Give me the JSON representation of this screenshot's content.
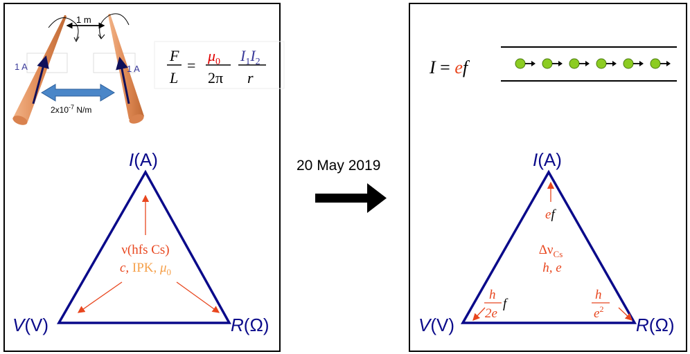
{
  "colors": {
    "navy": "#0a0a8a",
    "orange_red": "#e8461e",
    "light_orange": "#f5a04a",
    "red": "#e00000",
    "blue_var": "#3a3a9a",
    "wire": "#e0905a",
    "arrow_blue": "#4a86c8",
    "electron": "#8ccc22"
  },
  "arrow_label": "20 May 2019",
  "left": {
    "wires": {
      "distance": "1 m",
      "current_left": "1 A",
      "current_right": "1 A",
      "force": "2x10",
      "force_exp": "-7",
      "force_unit": " N/m"
    },
    "formula": {
      "F": "F",
      "L": "L",
      "eq": "=",
      "mu": "μ",
      "mu_sub": "0",
      "two_pi": "2π",
      "I1": "I",
      "I1_sub": "1",
      "I2": "I",
      "I2_sub": "2",
      "r": "r"
    },
    "triangle": {
      "top": "I",
      "top_unit": "(A)",
      "left": "V",
      "left_unit": "(V)",
      "right": "R",
      "right_unit": "(Ω)",
      "center_line1": "ν(hfs Cs)",
      "center_c": "c,",
      "center_ipk": " IPK, ",
      "center_mu": "μ",
      "center_mu_sub": "0"
    }
  },
  "right": {
    "formula": {
      "I": "I",
      "eq": " = ",
      "e": "e",
      "f": "f"
    },
    "electrons_count": 6,
    "triangle": {
      "top": "I",
      "top_unit": "(A)",
      "left": "V",
      "left_unit": "(V)",
      "right": "R",
      "right_unit": "(Ω)",
      "top_label_e": "e",
      "top_label_f": "f",
      "center_delta": "Δν",
      "center_delta_sub": "Cs",
      "center_line2": "h, e",
      "left_h": "h",
      "left_2e": "2e",
      "left_f": "f",
      "right_h": "h",
      "right_e": "e",
      "right_sq": "2"
    }
  }
}
